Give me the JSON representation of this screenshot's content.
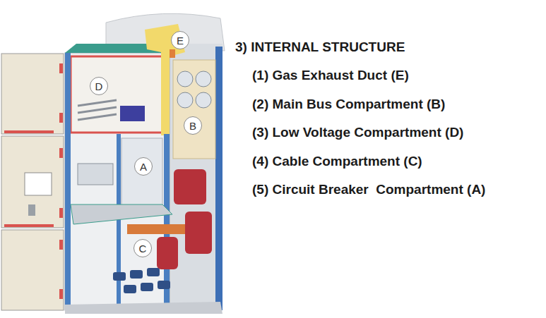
{
  "diagram": {
    "title": "3) INTERNAL STRUCTURE",
    "nodes": [
      {
        "text": [
          "E"
        ]
      },
      {
        "text": [
          "D"
        ]
      },
      {
        "text": [
          "B"
        ]
      },
      {
        "text": [
          "A"
        ]
      },
      {
        "text": [
          "C"
        ]
      }
    ],
    "labels": [
      "(1) Gas Exhaust Duct (E)",
      "(2) Main Bus Compartment (B)",
      "(3) Low Voltage Compartment (D)",
      "(4) Cable Compartment (C)",
      "(5) Circuit Breaker  Compartment (A)"
    ]
  }
}
